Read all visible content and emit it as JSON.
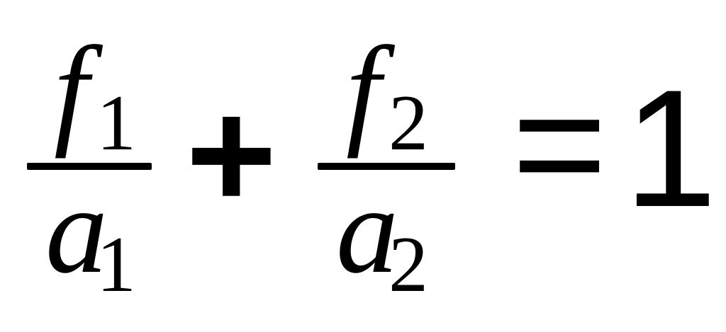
{
  "equation": {
    "term1": {
      "numerator": {
        "symbol": "f",
        "subscript": "1"
      },
      "denominator": {
        "symbol": "a",
        "subscript": "1"
      }
    },
    "operator_plus": "+",
    "term2": {
      "numerator": {
        "symbol": "f",
        "subscript": "2"
      },
      "denominator": {
        "symbol": "a",
        "subscript": "2"
      }
    },
    "operator_equals": "=",
    "rhs": "1"
  }
}
